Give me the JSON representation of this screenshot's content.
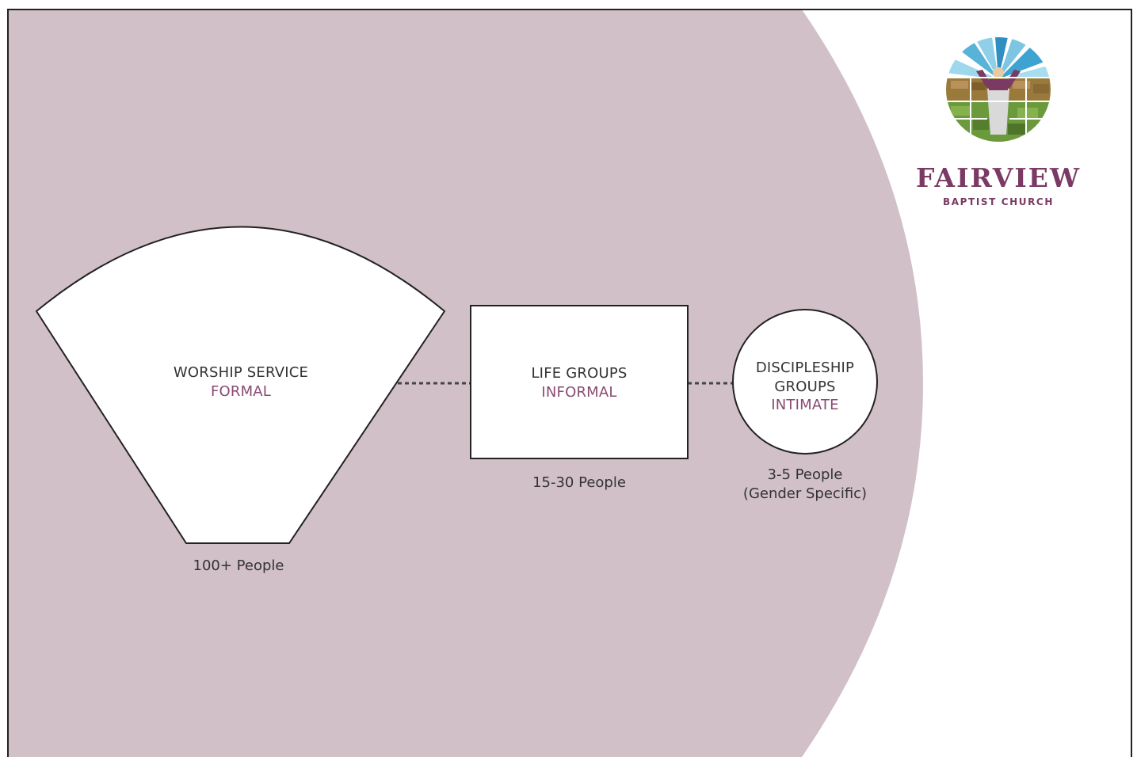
{
  "colors": {
    "background": "#d1c0c8",
    "shape_fill": "#ffffff",
    "outline": "#222222",
    "accent": "#7a3a63",
    "text": "#333333"
  },
  "groups": [
    {
      "title": "WORSHIP SERVICE",
      "type": "FORMAL",
      "count": "100+ People",
      "note": ""
    },
    {
      "title": "LIFE GROUPS",
      "type": "INFORMAL",
      "count": "15-30 People",
      "note": ""
    },
    {
      "title_line1": "DISCIPLESHIP",
      "title_line2": "GROUPS",
      "type": "INTIMATE",
      "count": "3-5 People",
      "note": "(Gender Specific)"
    }
  ],
  "brand": {
    "name": "FAIRVIEW",
    "subtitle": "BAPTIST CHURCH",
    "logo_icon": "stained-glass-figure-icon"
  }
}
